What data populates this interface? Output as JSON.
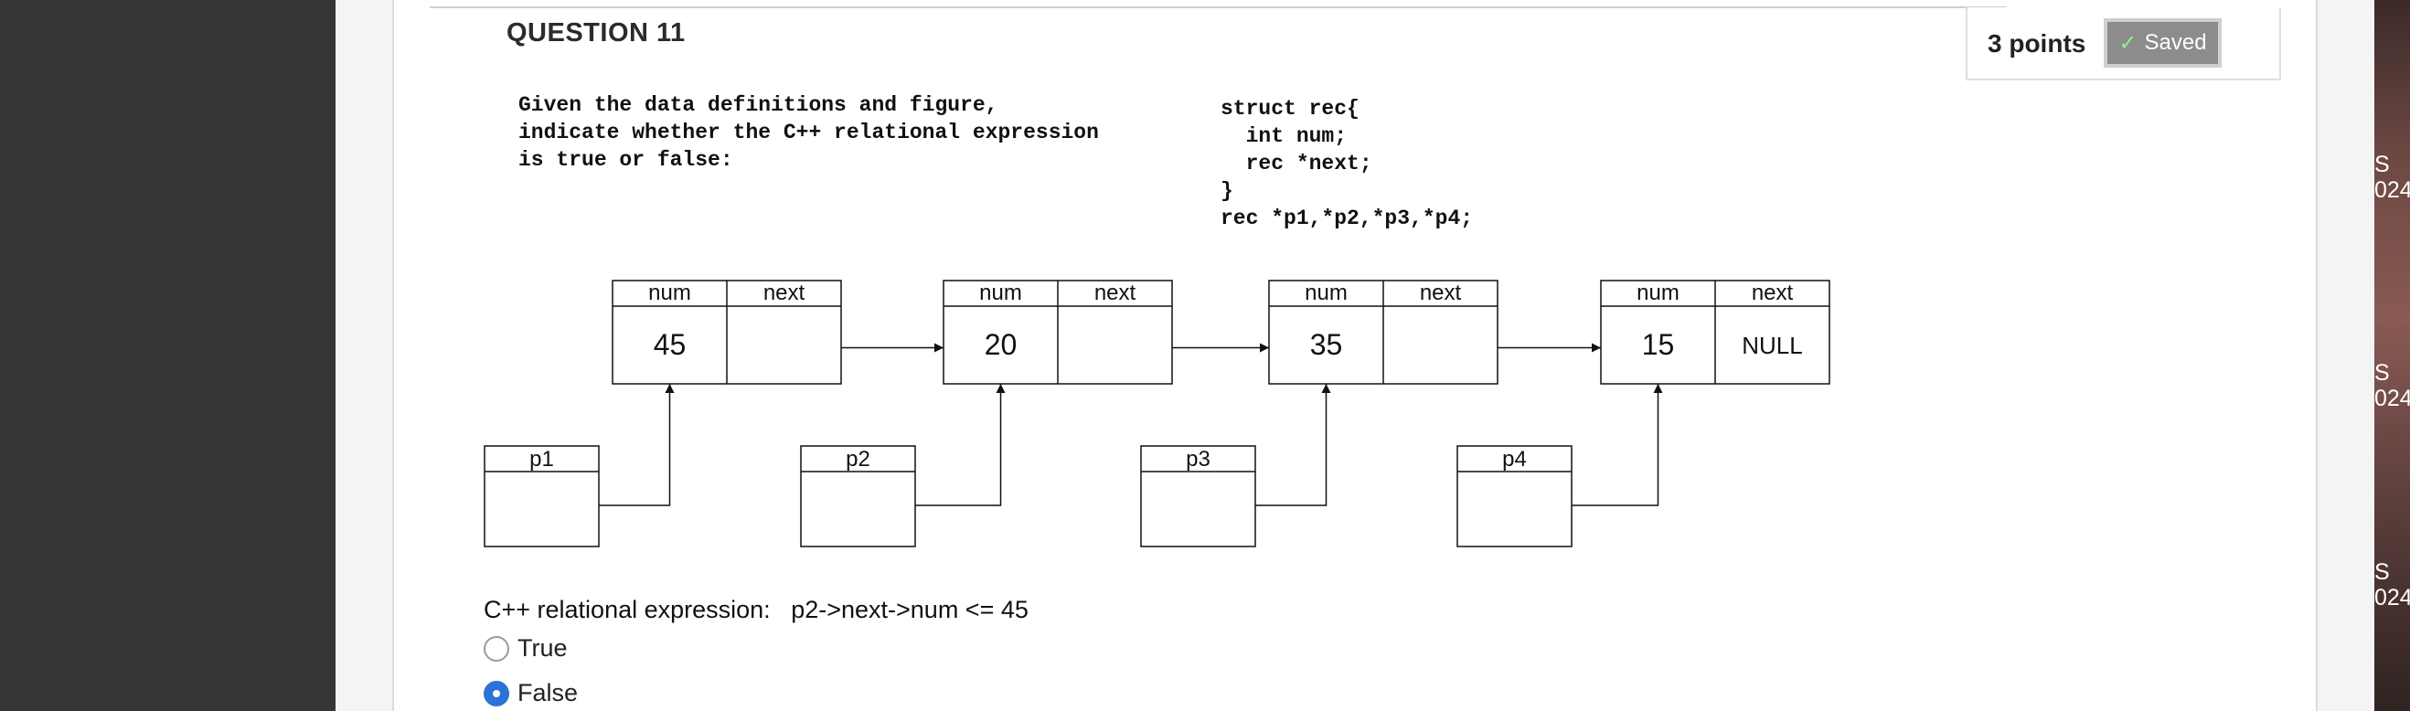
{
  "question": {
    "title": "QUESTION 11",
    "points": "3 points",
    "saved_label": "Saved",
    "prompt": "Given the data definitions and figure,\nindicate whether the C++ relational expression\nis true or false:",
    "code": "struct rec{\n  int num;\n  rec *next;\n}\nrec *p1,*p2,*p3,*p4;",
    "expression_label": "C++ relational expression:",
    "expression": "p2->next->num <= 45",
    "options": [
      {
        "label": "True",
        "selected": false
      },
      {
        "label": "False",
        "selected": true
      }
    ]
  },
  "diagram": {
    "field_headers": [
      "num",
      "next"
    ],
    "nodes": [
      {
        "num": "45",
        "next": ""
      },
      {
        "num": "20",
        "next": ""
      },
      {
        "num": "35",
        "next": ""
      },
      {
        "num": "15",
        "next": "NULL"
      }
    ],
    "pointers": [
      "p1",
      "p2",
      "p3",
      "p4"
    ]
  },
  "side_peek": [
    "S",
    "024",
    "S",
    "024",
    "S",
    "024"
  ],
  "colors": {
    "selected_radio": "#2b73d6",
    "saved_button": "#8c8c8c",
    "left_rail": "#353535"
  }
}
